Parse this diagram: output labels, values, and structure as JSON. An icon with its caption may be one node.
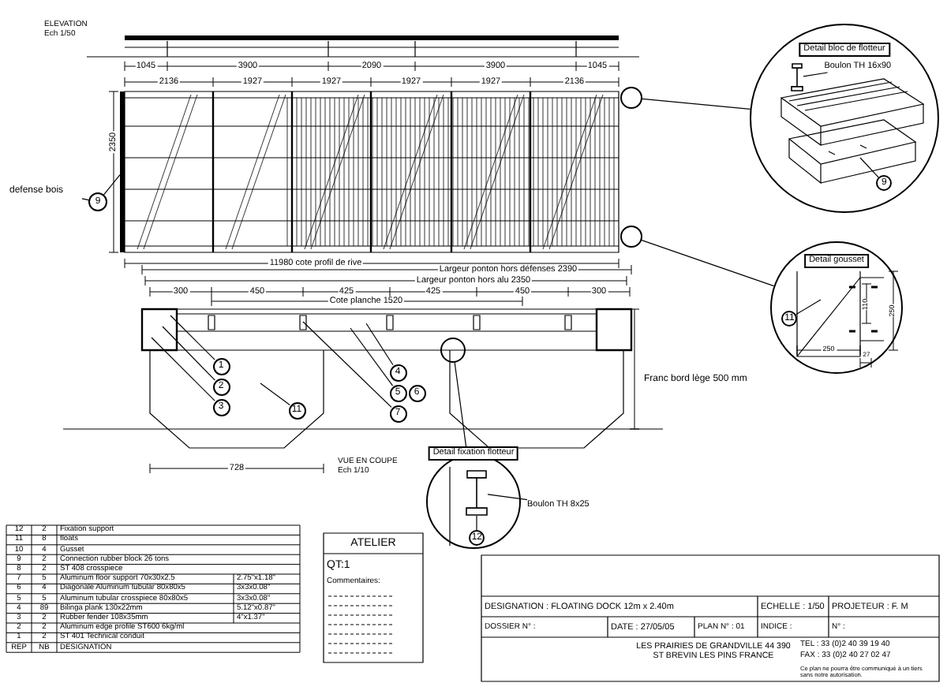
{
  "diagram": {
    "nodes": [
      {
        "text": [
          "defense bois"
        ]
      },
      {
        "text": [
          "9"
        ]
      },
      {
        "text": [],
        "shape": "circle"
      },
      {
        "text": [
          "Detail bloc de flotteur"
        ]
      },
      {
        "text": [
          "Boulon TH 16x90"
        ],
        "in": 3
      },
      {
        "text": [
          "9"
        ],
        "in": 3
      },
      {
        "text": [],
        "shape": "circle"
      },
      {
        "text": [
          "Detail gousset"
        ]
      },
      {
        "text": [
          "11"
        ],
        "in": 7
      },
      {
        "text": [],
        "shape": "circle"
      },
      {
        "text": [
          "Detail fixation flotteur"
        ]
      },
      {
        "text": [
          "Boulon TH 8x25"
        ]
      },
      {
        "text": [
          "12"
        ],
        "in": 10
      },
      {
        "text": [
          "1"
        ]
      },
      {
        "text": [
          "2"
        ]
      },
      {
        "text": [
          "3"
        ]
      },
      {
        "text": [
          "11"
        ]
      },
      {
        "text": [
          "4"
        ]
      },
      {
        "text": [
          "5"
        ]
      },
      {
        "text": [
          "6"
        ]
      },
      {
        "text": [
          "7"
        ]
      },
      {
        "text": [],
        "shape": "bolt",
        "in": 10
      },
      {
        "text": [],
        "shape": "bolt",
        "in": 3
      },
      {
        "text": [],
        "shape": "bar"
      }
    ],
    "edges": [
      {
        "from": 0,
        "to": 1,
        "arrow": "none"
      },
      {
        "from": 1,
        "to": 23,
        "arrow": "none"
      },
      {
        "from": 2,
        "to": 3,
        "arrow": "none"
      },
      {
        "from": 4,
        "to": 22,
        "arrow": "none"
      },
      {
        "from": 5,
        "to": null,
        "arrow": "none"
      },
      {
        "from": 6,
        "to": 7,
        "arrow": "none"
      },
      {
        "from": 8,
        "to": null,
        "arrow": "none"
      },
      {
        "from": 9,
        "to": 10,
        "arrow": "none"
      },
      {
        "from": 11,
        "to": 21,
        "arrow": "none"
      },
      {
        "from": 12,
        "to": 21,
        "arrow": "none"
      },
      {
        "from": 13,
        "to": null,
        "arrow": "none"
      },
      {
        "from": 14,
        "to": null,
        "arrow": "none"
      },
      {
        "from": 15,
        "to": null,
        "arrow": "none"
      },
      {
        "from": 16,
        "to": null,
        "arrow": "none"
      },
      {
        "from": 17,
        "to": null,
        "arrow": "none"
      },
      {
        "from": 18,
        "to": null,
        "arrow": "none"
      },
      {
        "from": 20,
        "to": null,
        "arrow": "none"
      }
    ],
    "labels": [
      "ELEVATION Ech 1/50",
      "1045",
      "3900",
      "2090",
      "3900",
      "1045",
      "2136",
      "1927",
      "1927",
      "1927",
      "1927",
      "2136",
      "2350",
      "11980 cote profil de rive",
      "Largeur ponton hors défenses 2390",
      "Largeur ponton hors alu 2350",
      "300",
      "450",
      "425",
      "425",
      "450",
      "300",
      "Cote planche 1520",
      "Franc bord lège 500 mm",
      "728",
      "VUE EN COUPE Ech 1/10",
      "110",
      "250",
      "250",
      "27",
      "12",
      "2",
      "Fixation support",
      "11",
      "8",
      "floats",
      "10",
      "4",
      "Gusset",
      "9",
      "2",
      "Connection rubber block 26 tons",
      "8",
      "2",
      "ST 408 crosspiece",
      "7",
      "5",
      "Aluminum floor support 70x30x2.5",
      "2.75\"x1.18\"",
      "6",
      "4",
      "Diagonale Aluminum tubular 80x80x5",
      "3x3x0.08\"",
      "5",
      "5",
      "Aluminum tubular crosspiece 80x80x5",
      "3x3x0.08\"",
      "4",
      "89",
      "Bilinga plank 130x22mm",
      "5.12\"x0.87\"",
      "3",
      "2",
      "Rubber fender 108x35mm",
      "4\"x1.37\"",
      "2",
      "2",
      "Aluminum edge profile ST600 6kg/ml",
      "1",
      "2",
      "ST 401 Technical conduit",
      "REP",
      "NB",
      "DESIGNATION",
      "ATELIER",
      "QT:1",
      "Commentaires:",
      "DESIGNATION : FLOATING DOCK 12m x 2.40m",
      "ECHELLE : 1/50",
      "PROJETEUR : F. M",
      "DOSSIER N° :",
      "DATE : 27/05/05",
      "PLAN N° : 01",
      "INDICE :",
      "N° :",
      "LES PRAIRIES DE GRANDVILLE 44 390 ST BREVIN LES PINS FRANCE",
      "TEL : 33 (0)2 40 39 19 40",
      "FAX : 33 (0)2 40 27 02 47",
      "Ce plan ne pourra être communiqué à un tiers sans notre autorisation."
    ]
  }
}
